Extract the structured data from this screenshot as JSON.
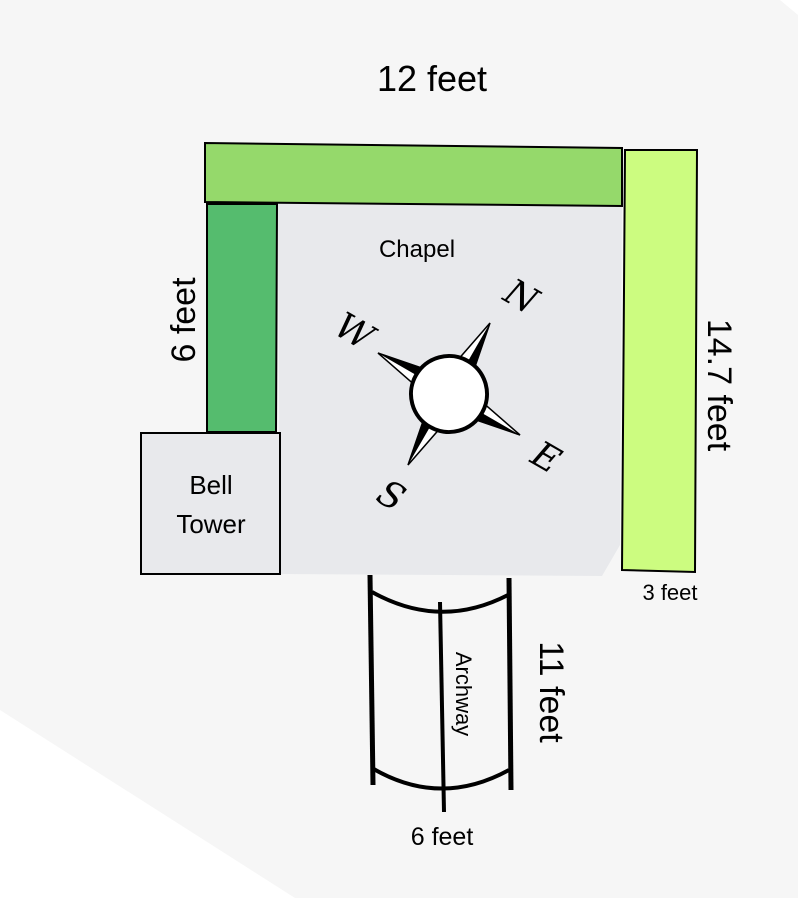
{
  "labels": {
    "top_dimension": "12 feet",
    "left_dimension": "6 feet",
    "right_dimension": "14.7 feet",
    "right_width": "3 feet",
    "archway_length": "11 feet",
    "archway_width": "6 feet",
    "chapel": "Chapel",
    "bell_tower_line1": "Bell",
    "bell_tower_line2": "Tower",
    "archway": "Archway"
  },
  "compass": {
    "north": "N",
    "east": "E",
    "south": "S",
    "west": "W"
  },
  "colors": {
    "background": "#f6f6f6",
    "floor": "#e8e9ec",
    "top_wall": "#95d96b",
    "right_wall": "#ccfc80",
    "left_wall": "#55bc6e"
  }
}
